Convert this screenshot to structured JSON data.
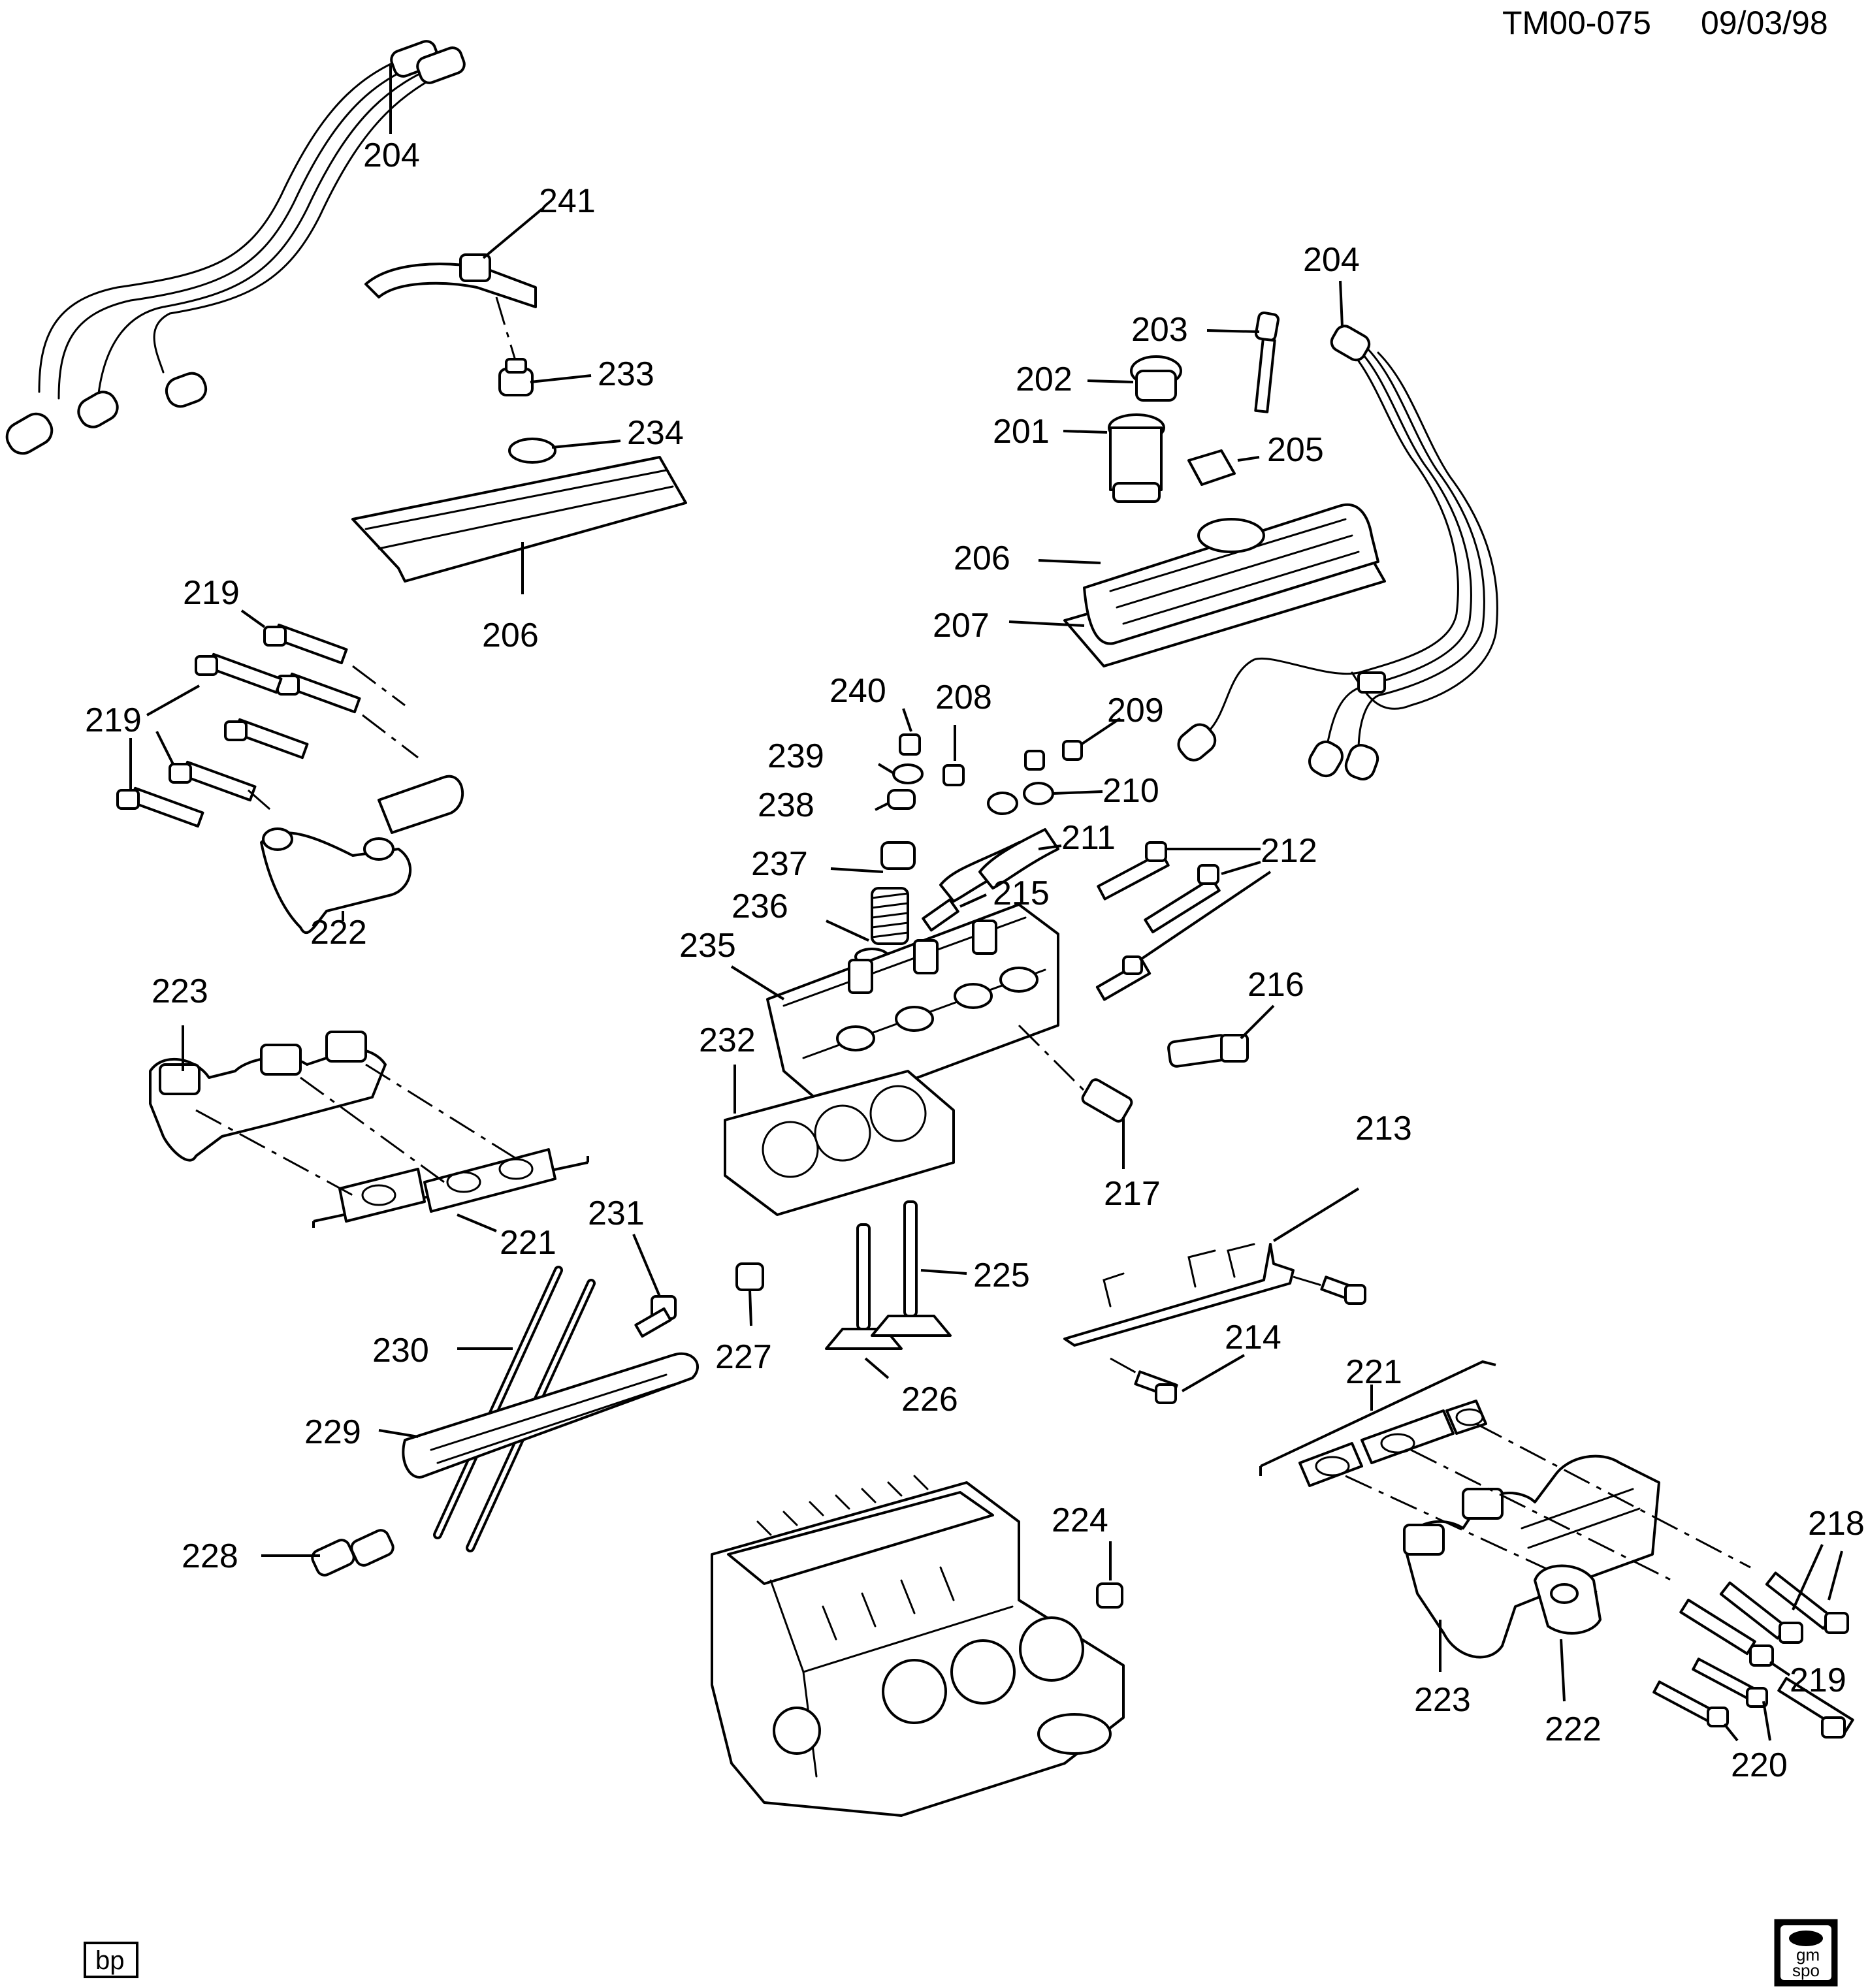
{
  "header": {
    "drawing_id": "TM00-075",
    "date": "09/03/98"
  },
  "footer": {
    "corner_code": "bp",
    "logo_text": [
      "gm",
      "spo"
    ]
  },
  "callouts": {
    "c201": "201",
    "c202": "202",
    "c203": "203",
    "c204a": "204",
    "c204b": "204",
    "c205": "205",
    "c206a": "206",
    "c206b": "206",
    "c207": "207",
    "c208": "208",
    "c209": "209",
    "c210": "210",
    "c211": "211",
    "c212": "212",
    "c213": "213",
    "c214": "214",
    "c215": "215",
    "c216": "216",
    "c217": "217",
    "c218": "218",
    "c219a": "219",
    "c219b": "219",
    "c219c": "219",
    "c220": "220",
    "c221a": "221",
    "c221b": "221",
    "c222a": "222",
    "c222b": "222",
    "c223a": "223",
    "c223b": "223",
    "c224": "224",
    "c225": "225",
    "c226": "226",
    "c227": "227",
    "c228": "228",
    "c229": "229",
    "c230": "230",
    "c231": "231",
    "c232": "232",
    "c233": "233",
    "c234": "234",
    "c235": "235",
    "c236": "236",
    "c237": "237",
    "c238": "238",
    "c239": "239",
    "c240": "240",
    "c241": "241"
  },
  "colors": {
    "ink": "#000000",
    "paper": "#ffffff"
  }
}
